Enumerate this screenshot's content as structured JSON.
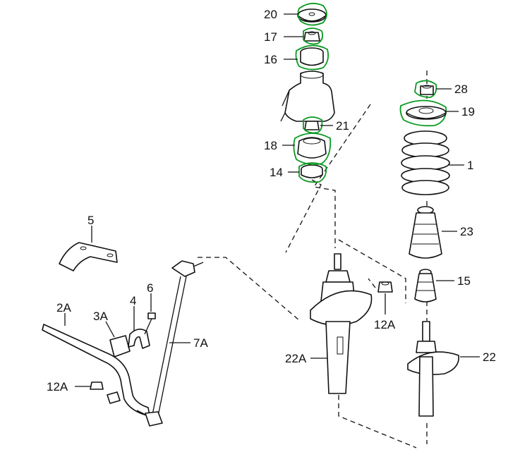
{
  "callouts": {
    "c20": "20",
    "c17": "17",
    "c16": "16",
    "c21": "21",
    "c18": "18",
    "c14": "14",
    "c28": "28",
    "c19": "19",
    "c1": "1",
    "c23": "23",
    "c15": "15",
    "c22": "22",
    "c22a": "22A",
    "c12a_right": "12A",
    "c12a_left": "12A",
    "c5": "5",
    "c2a": "2A",
    "c3a": "3A",
    "c4": "4",
    "c6": "6",
    "c7a": "7A"
  },
  "colors": {
    "ink": "#111111",
    "highlight": "#0a9a22",
    "background": "#ffffff"
  }
}
